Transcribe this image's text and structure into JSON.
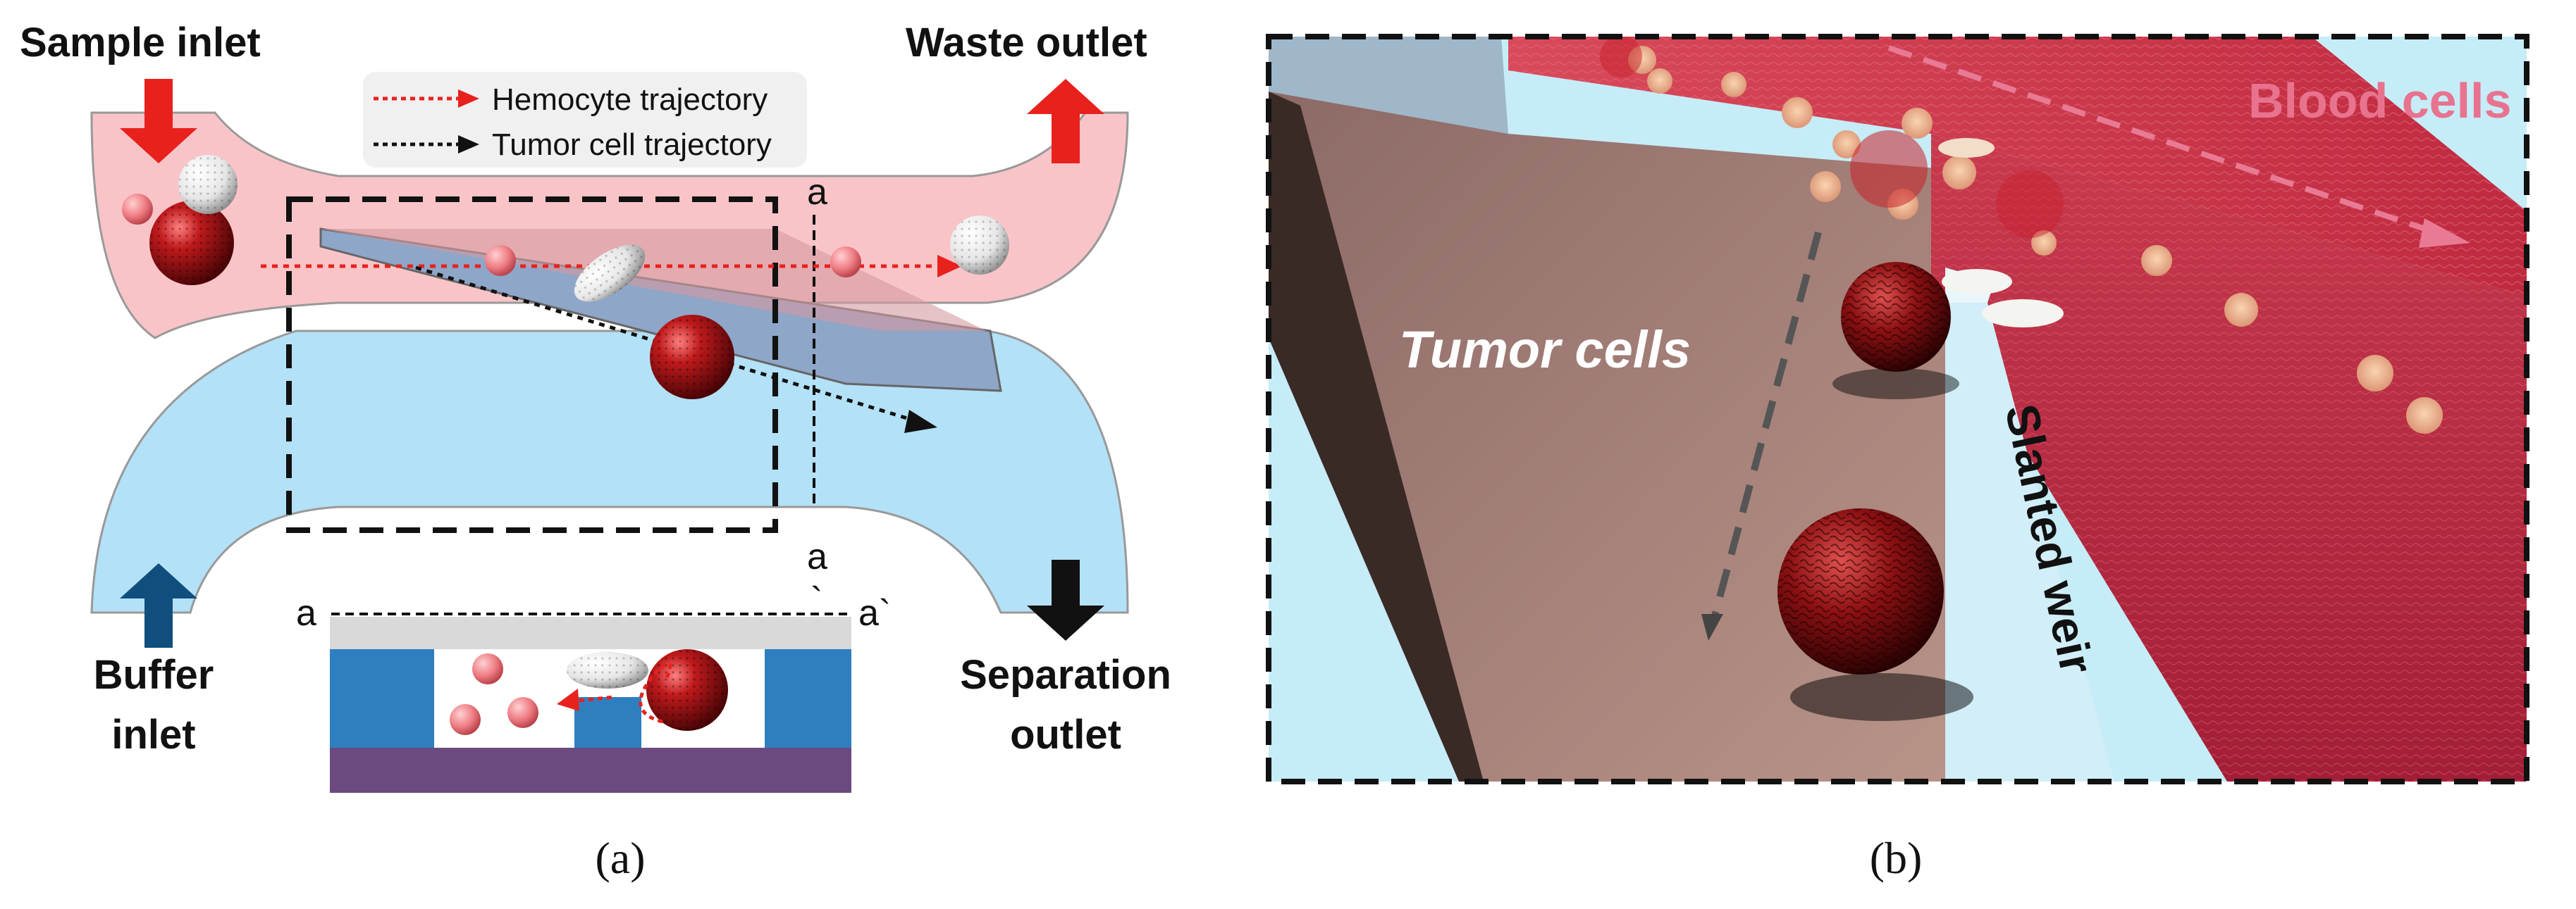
{
  "panel_a": {
    "caption": "(a)",
    "labels": {
      "sample_inlet": "Sample inlet",
      "waste_outlet": "Waste outlet",
      "buffer_inlet_line1": "Buffer",
      "buffer_inlet_line2": "inlet",
      "separation_outlet_line1": "Separation",
      "separation_outlet_line2": "outlet"
    },
    "legend": {
      "hemocyte": "Hemocyte trajectory",
      "tumor": "Tumor cell trajectory"
    },
    "section_marks": {
      "a_top": "a",
      "a_bottom": "a",
      "a_bottom_prime": "`",
      "a_left": "a",
      "a_right": "a`"
    },
    "colors": {
      "sample_channel": "#f9c4c8",
      "buffer_channel": "#b3e1f7",
      "weir": "#8ea6c8",
      "sample_arrow": "#e8211d",
      "buffer_arrow": "#104e7e",
      "separation_arrow": "#111111",
      "hemocyte_trajectory": "#e8211d",
      "tumor_trajectory": "#111111",
      "cross_section_top": "#d9d9d9",
      "cross_section_walls": "#2e7fc0",
      "cross_section_base": "#6b4a80",
      "tumor_cell": "#b1181a",
      "small_blood_cell": "#f0838a"
    }
  },
  "panel_b": {
    "caption": "(b)",
    "labels": {
      "blood_cells": "Blood cells",
      "tumor_cells": "Tumor cells",
      "slanted_weir": "Slanted weir"
    },
    "colors": {
      "blood_cells_label": "#e8738f",
      "background_fluid": "#c6ecf7",
      "blood_channel": "#c7344a",
      "floor": "#9f7a70",
      "weir": "#d2eef8"
    }
  }
}
